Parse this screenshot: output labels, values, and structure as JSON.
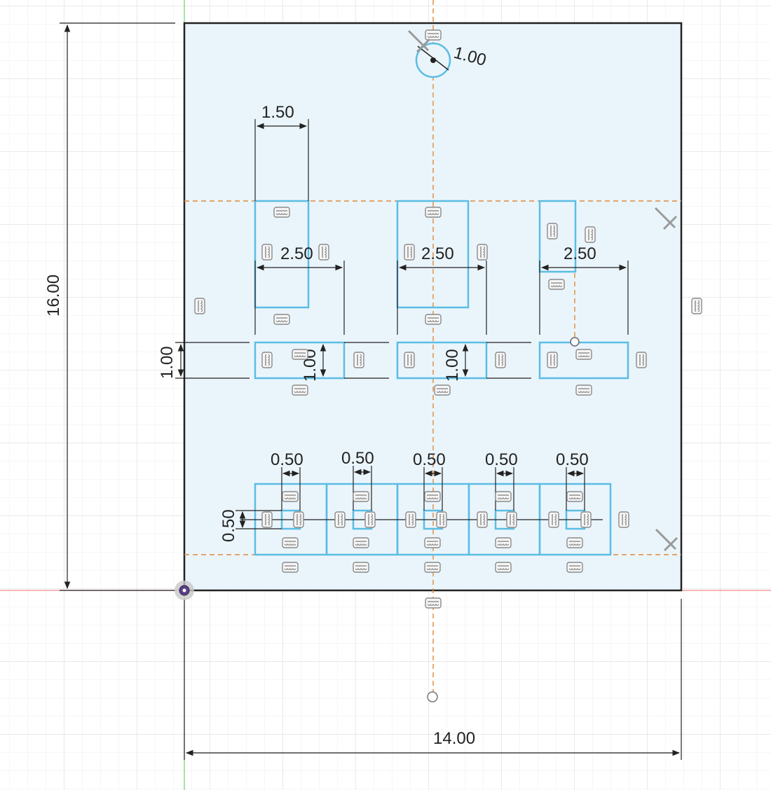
{
  "canvas": {
    "background": "#ffffff",
    "grid_minor_color": "#ececec",
    "grid_major_color": "#d6d6d6",
    "origin_x_axis_color": "#f08a8a",
    "origin_y_axis_color": "#6fd26f"
  },
  "sketch": {
    "profile_fill": "#eaf5fb",
    "profile_stroke": "#222222",
    "selected_stroke": "#5bbde4",
    "construction_line_color": "#e0893a",
    "dimension_color": "#222222",
    "constraint_icon_color": "#8a8a8a",
    "origin_point_color": "#5a3f86"
  },
  "dimensions": {
    "overall_height": "16.00",
    "overall_width": "14.00",
    "hole_diameter": "1.00",
    "slot_width": "1.50",
    "block_spacing": [
      {
        "label": "2.50"
      },
      {
        "label": "2.50"
      },
      {
        "label": "2.50"
      }
    ],
    "left_height": "1.00",
    "row_heights": [
      {
        "label": "1.00"
      },
      {
        "label": "1.00"
      }
    ],
    "small_square_widths": [
      {
        "label": "0.50"
      },
      {
        "label": "0.50"
      },
      {
        "label": "0.50"
      },
      {
        "label": "0.50"
      },
      {
        "label": "0.50"
      }
    ],
    "small_square_height": "0.50"
  },
  "constraint_icons": [
    "horizontal-constraint-icon",
    "vertical-constraint-icon",
    "tangent-constraint-icon",
    "origin-point-icon"
  ]
}
